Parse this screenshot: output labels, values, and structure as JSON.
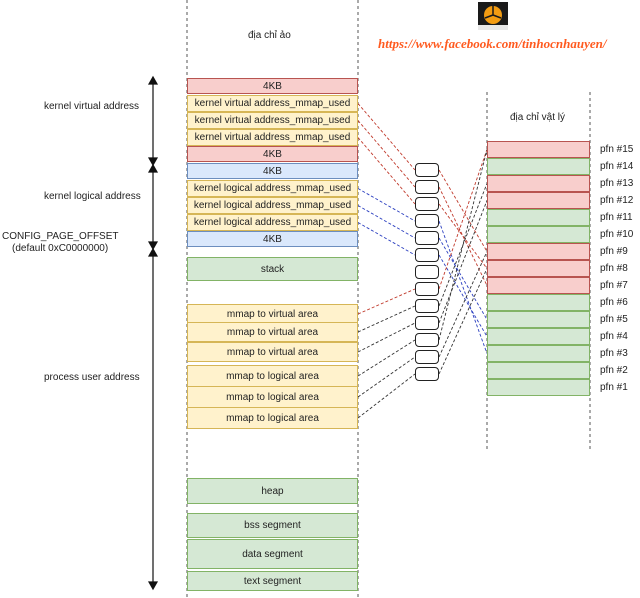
{
  "header": {
    "virtual_col_title": "địa chỉ ảo",
    "physical_col_title": "địa chỉ vật lý",
    "link": "https://www.facebook.com/tinhocnhauyen/"
  },
  "regions": {
    "kernel_virtual": "kernel virtual address",
    "kernel_logical": "kernel logical address",
    "config_offset": "CONFIG_PAGE_OFFSET",
    "config_default": "(default 0xC0000000)",
    "process_user": "process user address"
  },
  "virtual_blocks": [
    {
      "label": "4KB",
      "color": "red"
    },
    {
      "label": "kernel virtual address_mmap_used",
      "color": "yellow"
    },
    {
      "label": "kernel virtual address_mmap_used",
      "color": "yellow"
    },
    {
      "label": "kernel virtual address_mmap_used",
      "color": "yellow"
    },
    {
      "label": "4KB",
      "color": "red"
    },
    {
      "label": "4KB",
      "color": "blue"
    },
    {
      "label": "kernel logical address_mmap_used",
      "color": "yellow"
    },
    {
      "label": "kernel logical address_mmap_used",
      "color": "yellow"
    },
    {
      "label": "kernel logical address_mmap_used",
      "color": "yellow"
    },
    {
      "label": "4KB",
      "color": "blue"
    },
    {
      "label": "stack",
      "color": "green"
    },
    {
      "label": "mmap to virtual area",
      "color": "yellow"
    },
    {
      "label": "mmap to virtual area",
      "color": "yellow"
    },
    {
      "label": "mmap to virtual area",
      "color": "yellow"
    },
    {
      "label": "mmap to logical area",
      "color": "yellow"
    },
    {
      "label": "mmap to logical area",
      "color": "yellow"
    },
    {
      "label": "mmap to logical area",
      "color": "yellow"
    },
    {
      "label": "heap",
      "color": "green"
    },
    {
      "label": "bss segment",
      "color": "green"
    },
    {
      "label": "data segment",
      "color": "green"
    },
    {
      "label": "text segment",
      "color": "green"
    }
  ],
  "physical_pages": [
    {
      "label": "pfn #15",
      "color": "red"
    },
    {
      "label": "pfn #14",
      "color": "green"
    },
    {
      "label": "pfn #13",
      "color": "red"
    },
    {
      "label": "pfn #12",
      "color": "red"
    },
    {
      "label": "pfn #11",
      "color": "green"
    },
    {
      "label": "pfn #10",
      "color": "green"
    },
    {
      "label": "pfn #9",
      "color": "red"
    },
    {
      "label": "pfn #8",
      "color": "red"
    },
    {
      "label": "pfn #7",
      "color": "red"
    },
    {
      "label": "pfn #6",
      "color": "green"
    },
    {
      "label": "pfn #5",
      "color": "green"
    },
    {
      "label": "pfn #4",
      "color": "green"
    },
    {
      "label": "pfn #3",
      "color": "green"
    },
    {
      "label": "pfn #2",
      "color": "green"
    },
    {
      "label": "pfn #1",
      "color": "green"
    }
  ],
  "colors": {
    "red_line": "#c0392b",
    "blue_line": "#2b3fc0",
    "dark_line": "#333333",
    "link": "#ff5a1f"
  }
}
